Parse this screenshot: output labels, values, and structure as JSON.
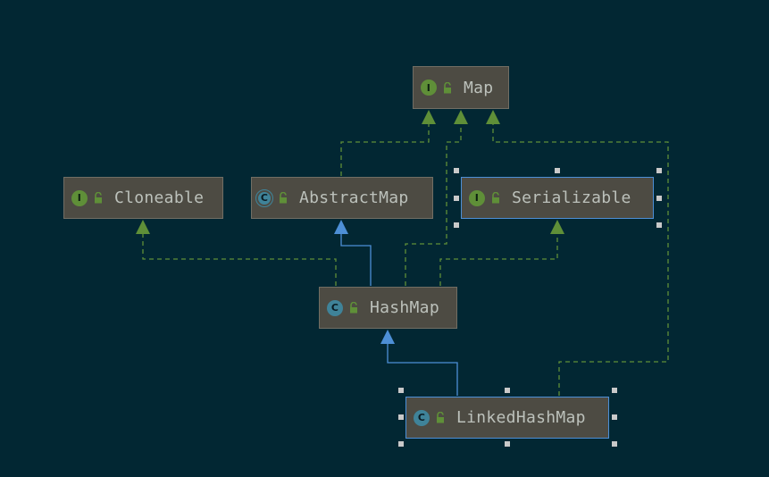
{
  "colors": {
    "background": "#022733",
    "node_fill": "#4d4b43",
    "node_border": "#716e64",
    "selected_border": "#4d8fd6",
    "interface_badge": "#5f8f38",
    "class_badge": "#3f8399",
    "implements_edge": "#5f8f38",
    "extends_edge": "#4d8fd6",
    "label_text": "#bcc1bb"
  },
  "nodes": {
    "map": {
      "label": "Map",
      "kind": "interface",
      "badge": "I"
    },
    "cloneable": {
      "label": "Cloneable",
      "kind": "interface",
      "badge": "I"
    },
    "abstract_map": {
      "label": "AbstractMap",
      "kind": "abstract-class",
      "badge": "C"
    },
    "serializable": {
      "label": "Serializable",
      "kind": "interface",
      "badge": "I",
      "selected": true
    },
    "hash_map": {
      "label": "HashMap",
      "kind": "class",
      "badge": "C"
    },
    "linked_hash_map": {
      "label": "LinkedHashMap",
      "kind": "class",
      "badge": "C",
      "selected": true
    }
  },
  "edges": [
    {
      "from": "abstract_map",
      "to": "map",
      "type": "implements"
    },
    {
      "from": "hash_map",
      "to": "map",
      "type": "implements"
    },
    {
      "from": "linked_hash_map",
      "to": "map",
      "type": "implements"
    },
    {
      "from": "hash_map",
      "to": "cloneable",
      "type": "implements"
    },
    {
      "from": "hash_map",
      "to": "serializable",
      "type": "implements"
    },
    {
      "from": "hash_map",
      "to": "abstract_map",
      "type": "extends"
    },
    {
      "from": "linked_hash_map",
      "to": "hash_map",
      "type": "extends"
    }
  ],
  "icons": {
    "access": "unlocked-padlock-icon",
    "selection": "resize-handle"
  }
}
